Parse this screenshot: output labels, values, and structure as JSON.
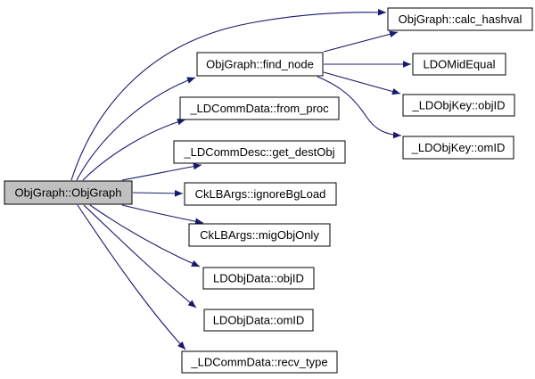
{
  "diagram": {
    "kind": "call-graph",
    "focus_function": "ObjGraph::ObjGraph"
  },
  "style": {
    "background": "#ffffff",
    "edge_color": "#191970",
    "node_fill": "#ffffff",
    "node_border": "#000000",
    "focus_node_fill": "#c0c0c0",
    "text_color": "#000000"
  },
  "nodes": {
    "objgraph": {
      "label": "ObjGraph::ObjGraph",
      "focused": true
    },
    "find_node": {
      "label": "ObjGraph::find_node"
    },
    "from_proc": {
      "label": "_LDCommData::from_proc"
    },
    "get_destobj": {
      "label": "_LDCommDesc::get_destObj"
    },
    "ignorebgload": {
      "label": "CkLBArgs::ignoreBgLoad"
    },
    "migobjonly": {
      "label": "CkLBArgs::migObjOnly"
    },
    "ldobjdata_objid": {
      "label": "LDObjData::objID"
    },
    "ldobjdata_omid": {
      "label": "LDObjData::omID"
    },
    "recv_type": {
      "label": "_LDCommData::recv_type"
    },
    "calc_hashval": {
      "label": "ObjGraph::calc_hashval"
    },
    "ldomidequal": {
      "label": "LDOMidEqual"
    },
    "ldobjkey_objid": {
      "label": "_LDObjKey::objID"
    },
    "ldobjkey_omid": {
      "label": "_LDObjKey::omID"
    }
  },
  "edges": [
    {
      "from": "ObjGraph::ObjGraph",
      "to": "ObjGraph::calc_hashval"
    },
    {
      "from": "ObjGraph::ObjGraph",
      "to": "ObjGraph::find_node"
    },
    {
      "from": "ObjGraph::ObjGraph",
      "to": "_LDCommData::from_proc"
    },
    {
      "from": "ObjGraph::ObjGraph",
      "to": "_LDCommDesc::get_destObj"
    },
    {
      "from": "ObjGraph::ObjGraph",
      "to": "CkLBArgs::ignoreBgLoad"
    },
    {
      "from": "ObjGraph::ObjGraph",
      "to": "CkLBArgs::migObjOnly"
    },
    {
      "from": "ObjGraph::ObjGraph",
      "to": "LDObjData::objID"
    },
    {
      "from": "ObjGraph::ObjGraph",
      "to": "LDObjData::omID"
    },
    {
      "from": "ObjGraph::ObjGraph",
      "to": "_LDCommData::recv_type"
    },
    {
      "from": "ObjGraph::find_node",
      "to": "ObjGraph::calc_hashval"
    },
    {
      "from": "ObjGraph::find_node",
      "to": "LDOMidEqual"
    },
    {
      "from": "ObjGraph::find_node",
      "to": "_LDObjKey::objID"
    },
    {
      "from": "ObjGraph::find_node",
      "to": "_LDObjKey::omID"
    }
  ]
}
